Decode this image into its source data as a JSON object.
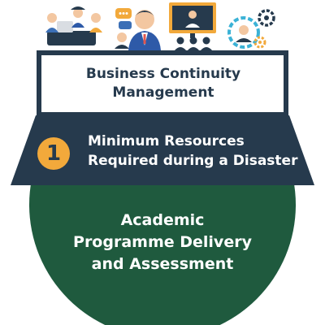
{
  "title": {
    "line1": "Business Continuity",
    "line2": "Management"
  },
  "step": {
    "number": "1",
    "line1": "Minimum Resources",
    "line2": "Required during a Disaster"
  },
  "bottom": {
    "line1": "Academic",
    "line2": "Programme Delivery",
    "line3": "and Assessment"
  },
  "colors": {
    "navy": "#263a4d",
    "green": "#1f5a3e",
    "orange": "#f2a93b",
    "white": "#ffffff"
  },
  "icons": [
    "meeting-group-icon",
    "chat-bubbles-icon",
    "businessman-icon",
    "presentation-screen-icon",
    "audience-icon",
    "manager-gear-icon"
  ]
}
